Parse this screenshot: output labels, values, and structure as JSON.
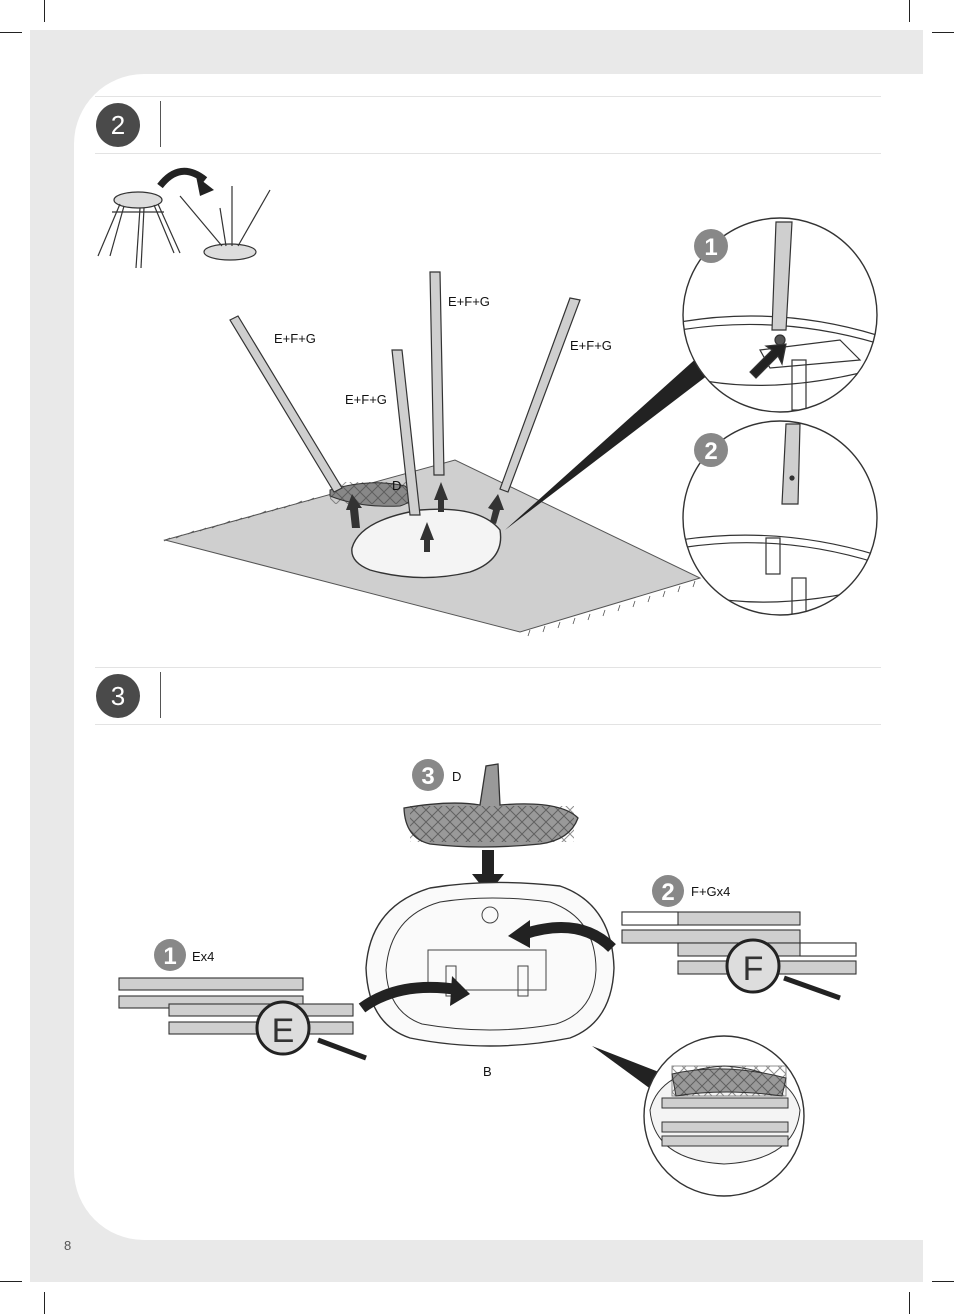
{
  "page_number": "8",
  "steps": [
    {
      "number": "2"
    },
    {
      "number": "3"
    }
  ],
  "step2": {
    "labels": {
      "leg_a": "E+F+G",
      "leg_b": "E+F+G",
      "leg_c": "E+F+G",
      "leg_d": "E+F+G",
      "seat": "D"
    },
    "detail_1": "1",
    "detail_2": "2"
  },
  "step3": {
    "item1": {
      "num": "1",
      "label": "Ex4",
      "tag": "E"
    },
    "item2": {
      "num": "2",
      "label": "F+Gx4",
      "tag": "F"
    },
    "item3": {
      "num": "3",
      "label": "D"
    },
    "base_label": "B"
  }
}
